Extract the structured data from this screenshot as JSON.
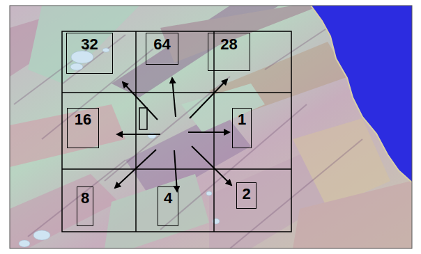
{
  "diagram": {
    "nodes": [
      {
        "text": [
          "32"
        ]
      },
      {
        "text": [
          "64"
        ]
      },
      {
        "text": [
          "28"
        ]
      },
      {
        "text": [
          "16"
        ]
      },
      {
        "text": [
          "1"
        ]
      },
      {
        "text": [
          "8"
        ]
      },
      {
        "text": [
          "4"
        ]
      },
      {
        "text": [
          "2"
        ]
      }
    ]
  }
}
